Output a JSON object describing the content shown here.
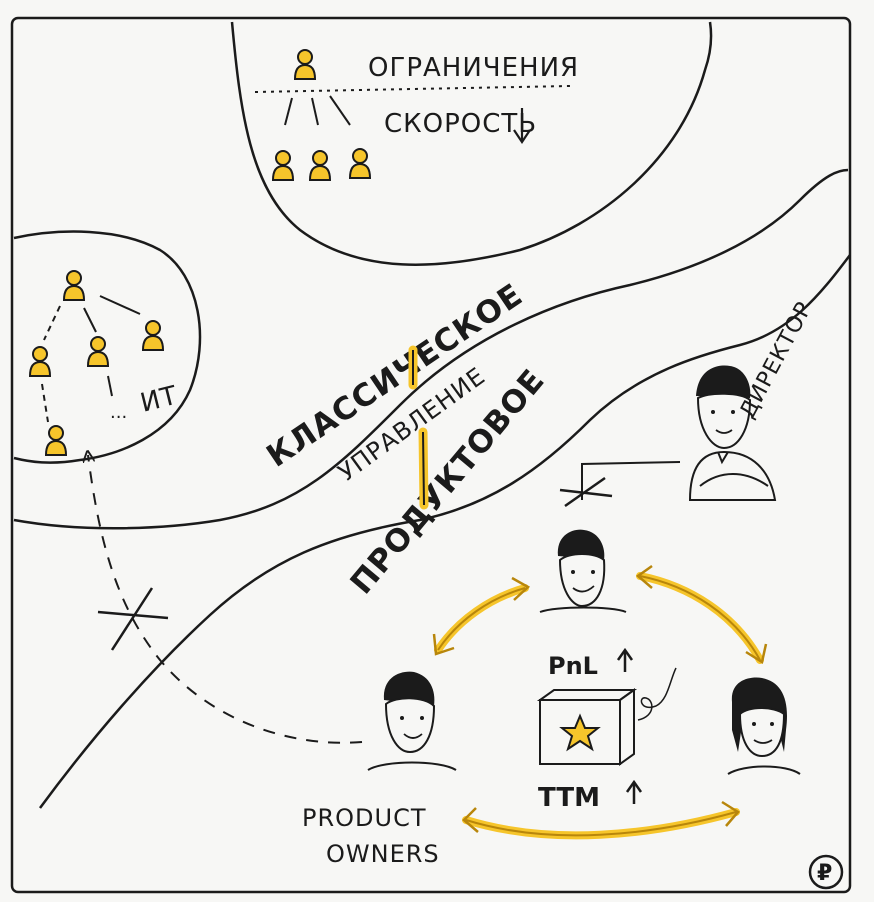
{
  "labels": {
    "constraints": "ОГРАНИЧЕНИЯ",
    "speed": "СКОРОСТЬ",
    "it": "ИТ",
    "dots": "...",
    "classic": "КЛАССИЧЕСКОЕ",
    "management": "УПРАВЛЕНИЕ",
    "product": "ПРОДУКТОВОЕ",
    "director": "ДИРЕКТОР",
    "pnl": "PnL",
    "ttm": "TTM",
    "product_owners_line1": "PRODUCT",
    "product_owners_line2": "OWNERS",
    "logo": "₽"
  },
  "colors": {
    "ink": "#1b1b1b",
    "accent": "#f6c52b",
    "arrow": "#b8860b",
    "paper": "#f7f7f5"
  }
}
